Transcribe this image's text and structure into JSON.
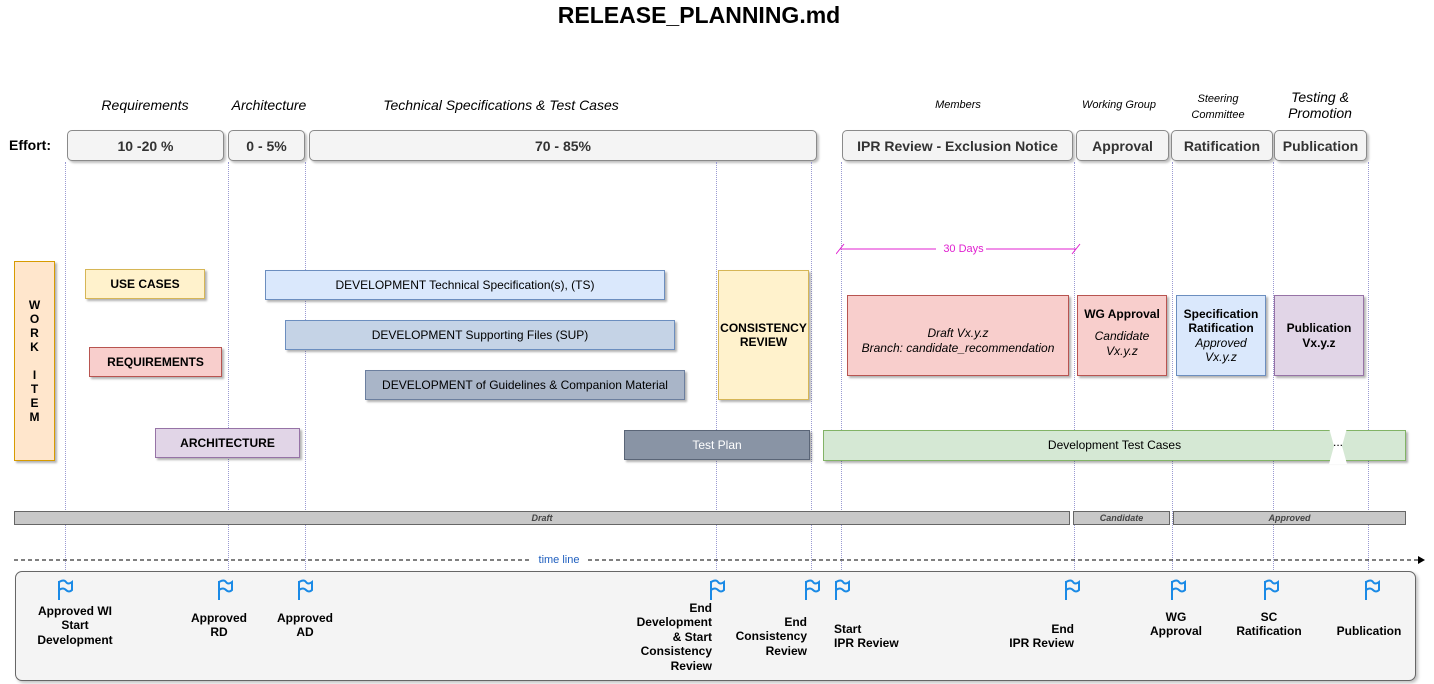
{
  "title": "RELEASE_PLANNING.md",
  "effort_label": "Effort:",
  "phases": {
    "requirements": "Requirements",
    "architecture": "Architecture",
    "techspec": "Technical Specifications & Test Cases",
    "members": "Members",
    "working_group": "Working Group",
    "steering": "Steering Committee",
    "testing": "Testing & Promotion"
  },
  "efforts": {
    "requirements": "10 -20 %",
    "architecture": "0 - 5%",
    "techspec": "70 - 85%",
    "ipr": "IPR Review - Exclusion Notice",
    "approval": "Approval",
    "ratification": "Ratification",
    "publication": "Publication"
  },
  "work_item_letters": [
    "W",
    "O",
    "R",
    "K",
    "",
    "I",
    "T",
    "E",
    "M"
  ],
  "boxes": {
    "use_cases": "USE CASES",
    "requirements": "REQUIREMENTS",
    "architecture": "ARCHITECTURE",
    "dev_ts": "DEVELOPMENT Technical Specification(s), (TS)",
    "dev_sup": "DEVELOPMENT Supporting Files  (SUP)",
    "dev_guidelines": "DEVELOPMENT of Guidelines & Companion Material",
    "test_plan": "Test Plan",
    "consistency_review_1": "CONSISTENCY",
    "consistency_review_2": "REVIEW",
    "draft_1": "Draft Vx.y.z",
    "draft_2": "Branch: candidate_recommendation",
    "wg_title": "WG Approval",
    "wg_sub_1": "Candidate",
    "wg_sub_2": "Vx.y.z",
    "spec_title_1": "Specification",
    "spec_title_2": "Ratification",
    "spec_sub_1": "Approved",
    "spec_sub_2": "Vx.y.z",
    "pub_title_1": "Publication",
    "pub_title_2": "Vx.y.z",
    "dev_test_cases": "Development Test Cases",
    "ellipsis": "..."
  },
  "thirty_days": "30 Days",
  "status": {
    "draft": "Draft",
    "candidate": "Candidate",
    "approved": "Approved"
  },
  "timeline_label": "time line",
  "milestones": {
    "m1": [
      "Approved WI",
      "Start",
      "Development"
    ],
    "m2": [
      "Approved",
      "RD"
    ],
    "m3": [
      "Approved",
      "AD"
    ],
    "m4": [
      "End",
      "Development",
      "& Start",
      "Consistency",
      "Review"
    ],
    "m5": [
      "End",
      "Consistency",
      "Review"
    ],
    "m6": [
      "Start",
      "IPR Review"
    ],
    "m7": [
      "End",
      "IPR Review"
    ],
    "m8": [
      "WG",
      "Approval"
    ],
    "m9": [
      "SC",
      "Ratification"
    ],
    "m10": [
      "Publication"
    ]
  },
  "colors": {
    "orange": "#ffe6cc",
    "yellow": "#fff2cc",
    "red": "#f8cecc",
    "purple": "#e1d5e7",
    "blue": "#dae8fc",
    "steel": "#c5d3e6",
    "grayblue": "#a9b5c8",
    "testplan": "#8994a5",
    "green": "#d5e8d4",
    "magenta": "#e020d0",
    "flag": "#1a8ae6"
  }
}
